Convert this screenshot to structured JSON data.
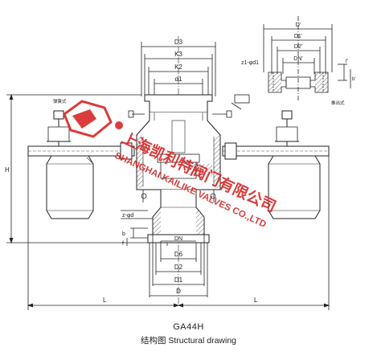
{
  "caption": {
    "model": "GA44H",
    "subtitle": "结构图 Structural drawing"
  },
  "watermark": {
    "chinese": "上海凯利特阀门有限公司",
    "english": "SHANGHAI KAILIKE VALVES CO.,LTD"
  },
  "dimensions": {
    "D3": "D3",
    "K3": "K3",
    "K2": "K2",
    "d1": "d1",
    "H": "H",
    "L": "L",
    "DN": "DN",
    "D6": "D6",
    "D2": "D2",
    "D1": "D1",
    "D": "D",
    "z_d": "z-φd",
    "b": "b",
    "f": "f",
    "inset_D": "D'",
    "inset_D1": "D1'",
    "inset_D2": "D2'",
    "inset_DN": "DN'",
    "inset_z": "z1-φd1",
    "inset_f": "f'",
    "inset_b": "b'"
  },
  "side_labels": {
    "left": "弹簧式",
    "right": "推出式"
  },
  "colors": {
    "line": "#222222",
    "watermark": "#d62828",
    "fill": "#ffffff",
    "hatch": "#555555"
  }
}
